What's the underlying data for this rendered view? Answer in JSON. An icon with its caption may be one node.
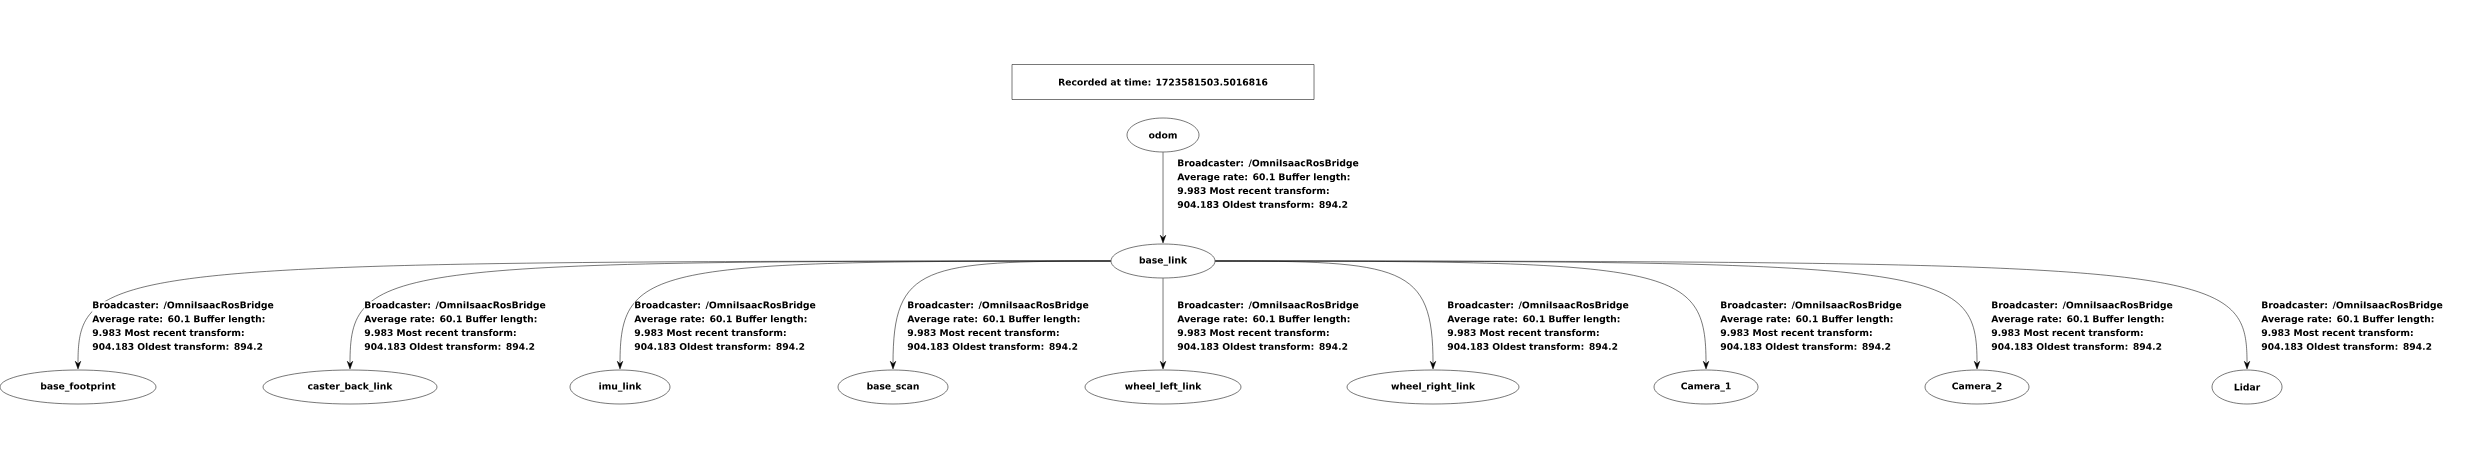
{
  "diagram": {
    "nodes": [
      {
        "text": [
          "Recorded at time: 1723581503.5016816"
        ]
      },
      {
        "text": [
          "odom"
        ]
      },
      {
        "text": [
          "base_link"
        ]
      },
      {
        "text": [
          "base_footprint"
        ]
      },
      {
        "text": [
          "caster_back_link"
        ]
      },
      {
        "text": [
          "imu_link"
        ]
      },
      {
        "text": [
          "base_scan"
        ]
      },
      {
        "text": [
          "wheel_left_link"
        ]
      },
      {
        "text": [
          "wheel_right_link"
        ]
      },
      {
        "text": [
          "Camera_1"
        ]
      },
      {
        "text": [
          "Camera_2"
        ]
      },
      {
        "text": [
          "Lidar"
        ]
      }
    ],
    "edges": [
      {
        "from": 1,
        "to": 2,
        "arrow": "to",
        "label": "Broadcaster: /OmniIsaacRosBridge Average rate: 60.1 Buffer length: 9.983 Most recent transform: 904.183 Oldest transform: 894.2"
      },
      {
        "from": 2,
        "to": 3,
        "arrow": "to",
        "label": "Broadcaster: /OmniIsaacRosBridge Average rate: 60.1 Buffer length: 9.983 Most recent transform: 904.183 Oldest transform: 894.2"
      },
      {
        "from": 2,
        "to": 4,
        "arrow": "to",
        "label": "Broadcaster: /OmniIsaacRosBridge Average rate: 60.1 Buffer length: 9.983 Most recent transform: 904.183 Oldest transform: 894.2"
      },
      {
        "from": 2,
        "to": 5,
        "arrow": "to",
        "label": "Broadcaster: /OmniIsaacRosBridge Average rate: 60.1 Buffer length: 9.983 Most recent transform: 904.183 Oldest transform: 894.2"
      },
      {
        "from": 2,
        "to": 6,
        "arrow": "to",
        "label": "Broadcaster: /OmniIsaacRosBridge Average rate: 60.1 Buffer length: 9.983 Most recent transform: 904.183 Oldest transform: 894.2"
      },
      {
        "from": 2,
        "to": 7,
        "arrow": "to",
        "label": "Broadcaster: /OmniIsaacRosBridge Average rate: 60.1 Buffer length: 9.983 Most recent transform: 904.183 Oldest transform: 894.2"
      },
      {
        "from": 2,
        "to": 8,
        "arrow": "to",
        "label": "Broadcaster: /OmniIsaacRosBridge Average rate: 60.1 Buffer length: 9.983 Most recent transform: 904.183 Oldest transform: 894.2"
      },
      {
        "from": 2,
        "to": 9,
        "arrow": "to",
        "label": "Broadcaster: /OmniIsaacRosBridge Average rate: 60.1 Buffer length: 9.983 Most recent transform: 904.183 Oldest transform: 894.2"
      },
      {
        "from": 2,
        "to": 10,
        "arrow": "to",
        "label": "Broadcaster: /OmniIsaacRosBridge Average rate: 60.1 Buffer length: 9.983 Most recent transform: 904.183 Oldest transform: 894.2"
      },
      {
        "from": 2,
        "to": 11,
        "arrow": "to",
        "label": "Broadcaster: /OmniIsaacRosBridge Average rate: 60.1 Buffer length: 9.983 Most recent transform: 904.183 Oldest transform: 894.2"
      }
    ]
  }
}
